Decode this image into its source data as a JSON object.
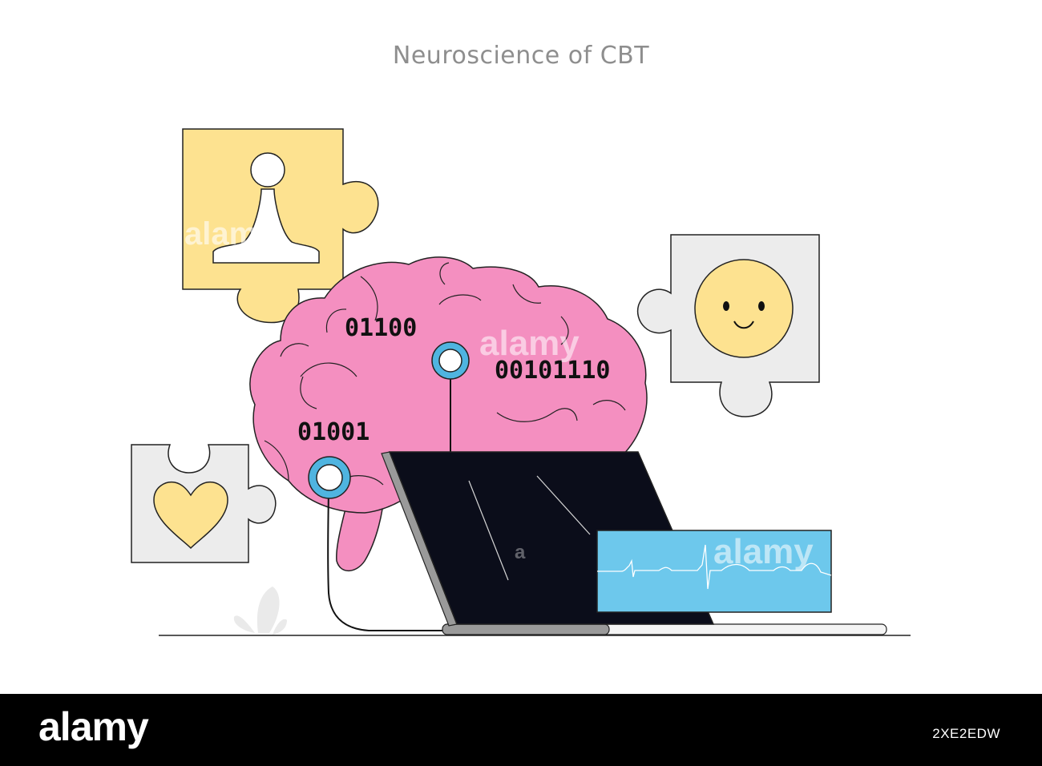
{
  "illustration": {
    "title": "Neuroscience of CBT",
    "binary_codes": [
      "01100",
      "00101110",
      "01001"
    ],
    "colors": {
      "brain": "#F48FC0",
      "puzzle_yellow": "#FDE290",
      "puzzle_gray": "#ECECEC",
      "screen_blue": "#6DC8EC",
      "laptop_screen": "#0B0D1A",
      "electrode_ring": "#4FB4E0",
      "title_text": "#8E8E8E"
    },
    "icons": [
      "chess-pawn-icon",
      "smiley-face-icon",
      "heart-icon",
      "brain-illustration",
      "laptop-illustration",
      "heartbeat-monitor-icon",
      "plant-icon"
    ]
  },
  "watermark": {
    "main": "alamy",
    "small": "a"
  },
  "footer": {
    "logo": "alamy",
    "image_id": "2XE2EDW"
  }
}
